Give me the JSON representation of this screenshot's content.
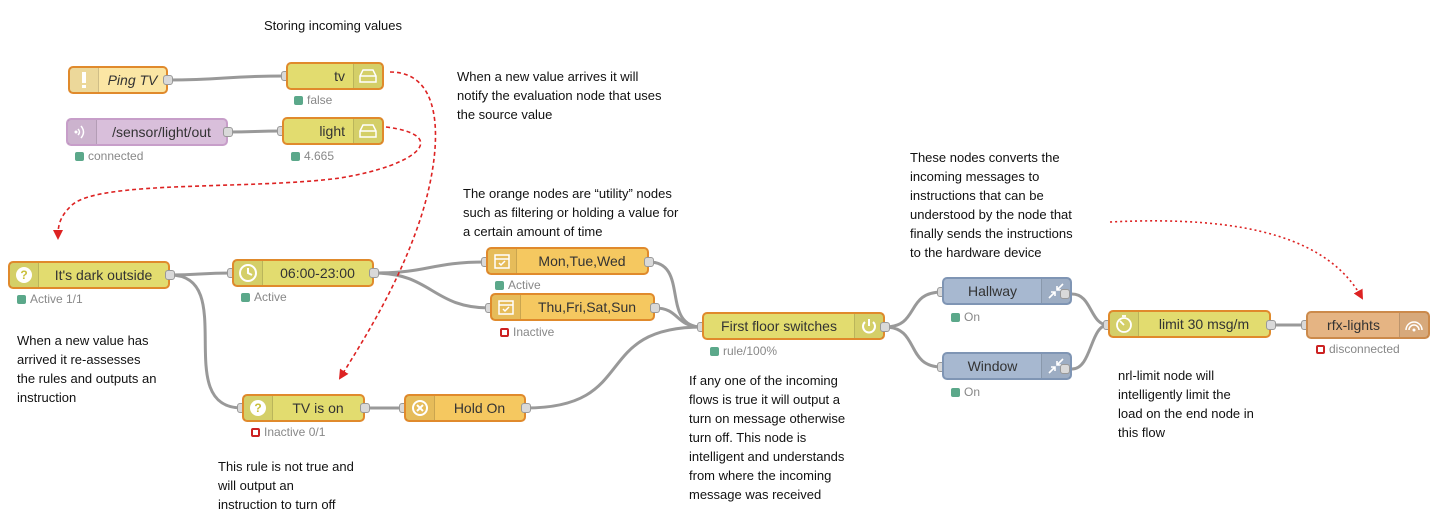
{
  "annotations": {
    "storing": "Storing incoming values",
    "new_value": "When a new value arrives it will\nnotify the evaluation node that uses\nthe source value",
    "utility": "The orange nodes are “utility” nodes\nsuch as filtering or holding a value for\na certain amount of time",
    "converts": "These nodes converts the\nincoming messages to\ninstructions that can be\nunderstood by the node that\nfinally sends the instructions\nto the hardware device",
    "reassess": "When a new value has\narrived it re-assesses\nthe rules and outputs an\ninstruction",
    "not_true": "This rule is not true and\nwill output an\ninstruction to turn off",
    "if_any": "If any one of the incoming\nflows is true it will output a\nturn on message otherwise\nturn off. This node is\nintelligent and understands\nfrom where the incoming\nmessage was received",
    "nrl_limit": "nrl-limit node will\nintelligently limit the\nload on the end node in\nthis flow"
  },
  "nodes": {
    "ping_tv": {
      "label": "Ping TV",
      "icon": "exclamation-icon"
    },
    "tv": {
      "label": "tv",
      "icon": "storage-icon",
      "status": "false",
      "status_color": "green"
    },
    "mqtt_in": {
      "label": "/sensor/light/out",
      "icon": "wifi-icon",
      "status": "connected",
      "status_color": "green"
    },
    "light": {
      "label": "light",
      "icon": "storage-icon",
      "status": "4.665",
      "status_color": "green"
    },
    "dark_outside": {
      "label": "It's dark outside",
      "icon": "question-icon",
      "status": "Active 1/1",
      "status_color": "green"
    },
    "time_range": {
      "label": "06:00-23:00",
      "icon": "clock-icon",
      "status": "Active",
      "status_color": "green"
    },
    "mon_wed": {
      "label": "Mon,Tue,Wed",
      "icon": "calendar-icon",
      "status": "Active",
      "status_color": "green"
    },
    "thu_sun": {
      "label": "Thu,Fri,Sat,Sun",
      "icon": "calendar-icon",
      "status": "Inactive",
      "status_color": "red"
    },
    "first_floor": {
      "label": "First floor switches",
      "icon": "power-icon",
      "status": "rule/100%",
      "status_color": "green"
    },
    "hallway": {
      "label": "Hallway",
      "icon": "compress-icon",
      "status": "On",
      "status_color": "green"
    },
    "window": {
      "label": "Window",
      "icon": "compress-icon",
      "status": "On",
      "status_color": "green"
    },
    "limit": {
      "label": "limit 30 msg/m",
      "icon": "timer-icon"
    },
    "rfx": {
      "label": "rfx-lights",
      "icon": "signal-icon",
      "status": "disconnected",
      "status_color": "red"
    },
    "tv_on": {
      "label": "TV is on",
      "icon": "question-icon",
      "status": "Inactive 0/1",
      "status_color": "red"
    },
    "hold_on": {
      "label": "Hold On",
      "icon": "hold-icon"
    }
  },
  "colors": {
    "wire": "#999999",
    "dashed_arrow": "#dd2222",
    "node_border": "#e08a2c",
    "status_green": "#5ba88a",
    "status_red": "#cc2222"
  }
}
